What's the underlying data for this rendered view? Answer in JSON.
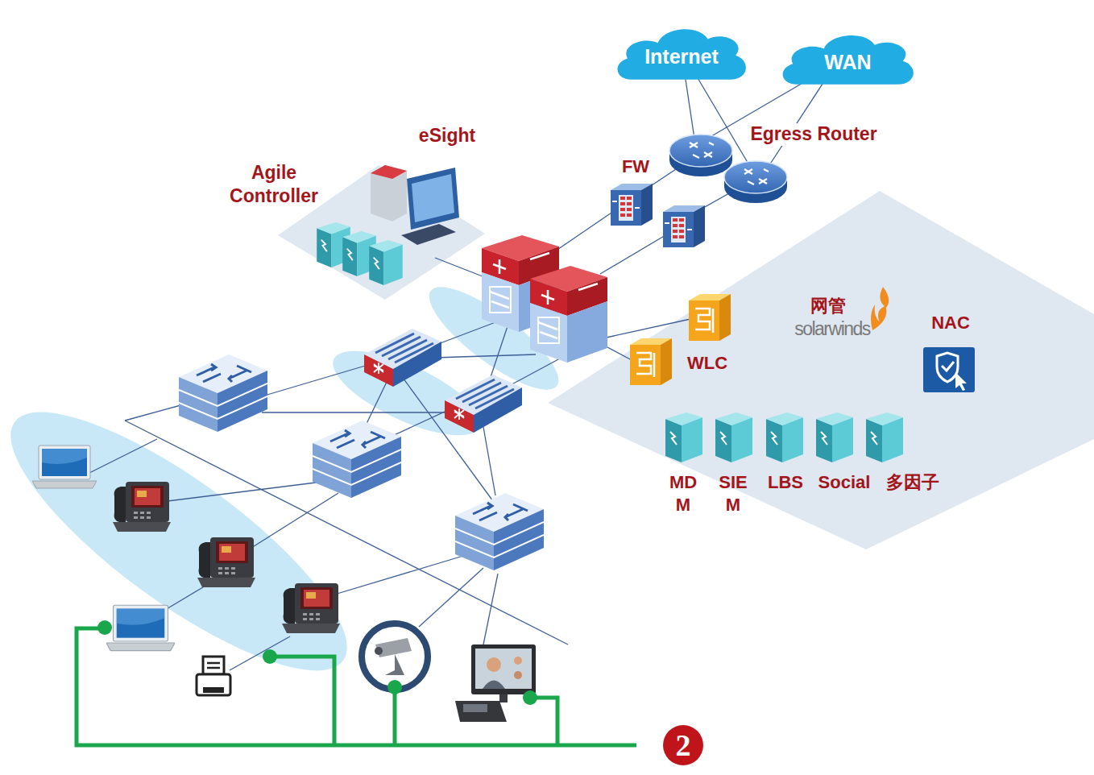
{
  "diagram": {
    "nodes": [
      {
        "text": [
          "Internet"
        ]
      },
      {
        "text": [
          "WAN"
        ]
      }
    ],
    "labels": [
      "eSight",
      "Agile Controller",
      "Egress Router",
      "FW",
      "网管",
      "solarwinds",
      "NAC",
      "WLC",
      "MD M",
      "SIE M",
      "LBS",
      "Social",
      "多因子",
      "2"
    ]
  }
}
